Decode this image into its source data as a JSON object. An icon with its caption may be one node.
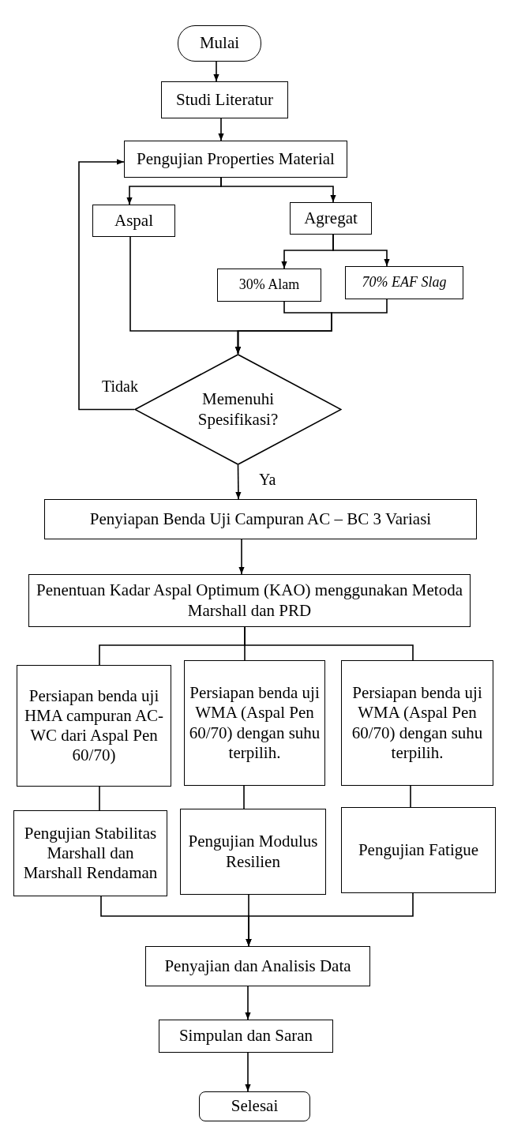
{
  "diagram": {
    "nodes": [
      {
        "text": [
          "Mulai"
        ]
      },
      {
        "text": [
          "Studi Literatur"
        ]
      },
      {
        "text": [
          "Pengujian Properties Material"
        ]
      },
      {
        "text": [
          "Aspal"
        ]
      },
      {
        "text": [
          "Agregat"
        ]
      },
      {
        "text": [
          "30% Alam"
        ]
      },
      {
        "text": [
          "70% EAF Slag"
        ]
      },
      {
        "text": [
          "Memenuhi Spesifikasi?"
        ]
      },
      {
        "text": [
          "Penyiapan Benda Uji Campuran AC – BC 3 Variasi"
        ]
      },
      {
        "text": [
          "Penentuan Kadar Aspal Optimum (KAO) menggunakan Metoda Marshall dan PRD"
        ]
      },
      {
        "text": [
          "Persiapan benda uji HMA campuran AC-WC dari Aspal Pen 60/70)"
        ]
      },
      {
        "text": [
          "Persiapan benda uji WMA (Aspal Pen 60/70) dengan suhu terpilih."
        ]
      },
      {
        "text": [
          "Persiapan benda uji WMA (Aspal Pen 60/70) dengan suhu terpilih."
        ]
      },
      {
        "text": [
          "Pengujian Stabilitas Marshall dan Marshall Rendaman"
        ]
      },
      {
        "text": [
          "Pengujian Modulus Resilien"
        ]
      },
      {
        "text": [
          "Pengujian Fatigue"
        ]
      },
      {
        "text": [
          "Penyajian dan Analisis Data"
        ]
      },
      {
        "text": [
          "Simpulan dan Saran"
        ]
      },
      {
        "text": [
          "Selesai"
        ]
      }
    ],
    "edges": [
      {
        "from": 0,
        "to": 1,
        "arrow": "to"
      },
      {
        "from": 1,
        "to": 2,
        "arrow": "to"
      },
      {
        "from": 2,
        "to": 3,
        "arrow": "to"
      },
      {
        "from": 2,
        "to": 4,
        "arrow": "to"
      },
      {
        "from": 4,
        "to": 5,
        "arrow": "to"
      },
      {
        "from": 4,
        "to": 6,
        "arrow": "to"
      },
      {
        "from": 3,
        "to": 7,
        "arrow": "to"
      },
      {
        "from": 5,
        "to": 7,
        "arrow": "to"
      },
      {
        "from": 6,
        "to": 7,
        "arrow": "to"
      },
      {
        "from": 7,
        "to": 2,
        "arrow": "to",
        "label": "Tidak"
      },
      {
        "from": 7,
        "to": 8,
        "arrow": "to",
        "label": "Ya"
      },
      {
        "from": 8,
        "to": 9,
        "arrow": "to"
      },
      {
        "from": 9,
        "to": 10,
        "arrow": "none"
      },
      {
        "from": 9,
        "to": 11,
        "arrow": "none"
      },
      {
        "from": 9,
        "to": 12,
        "arrow": "none"
      },
      {
        "from": 10,
        "to": 13,
        "arrow": "none"
      },
      {
        "from": 11,
        "to": 14,
        "arrow": "none"
      },
      {
        "from": 12,
        "to": 15,
        "arrow": "none"
      },
      {
        "from": 13,
        "to": 16,
        "arrow": "to"
      },
      {
        "from": 14,
        "to": 16,
        "arrow": "to"
      },
      {
        "from": 15,
        "to": 16,
        "arrow": "to"
      },
      {
        "from": 16,
        "to": 17,
        "arrow": "to"
      },
      {
        "from": 17,
        "to": 18,
        "arrow": "to"
      }
    ]
  }
}
